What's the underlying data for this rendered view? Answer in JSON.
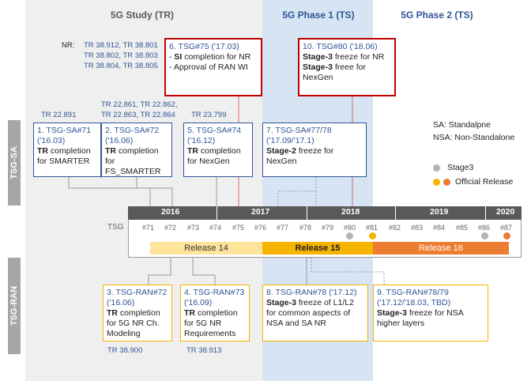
{
  "phases": {
    "study": "5G Study (TR)",
    "phase1": "5G Phase 1 (TS)",
    "phase2": "5G Phase 2 (TS)"
  },
  "side_labels": {
    "sa": "TSG-SA",
    "ran": "TSG-RAN"
  },
  "nr_refs": {
    "label": "NR:",
    "line1": "TR 38.912, TR 38.801",
    "line2": "TR 38.802, TR 38.803",
    "line3": "TR 38.804, TR 38.805"
  },
  "sa_refs": {
    "r1": "TR 22.891",
    "r2_line1": "TR 22.861, TR 22.862,",
    "r2_line2": "TR 22.863, TR 22.864",
    "r5": "TR 23.799"
  },
  "ran_refs": {
    "r3": "TR 38.900",
    "r4": "TR 38.913"
  },
  "boxes": {
    "b1": {
      "head": "1. TSG-SA#71 ('16.03)",
      "bold": "TR",
      "rest": " completion for SMARTER"
    },
    "b2": {
      "head": "2. TSG-SA#72 ('16.06)",
      "bold": "TR",
      "rest": " completion for FS_SMARTER"
    },
    "b5": {
      "head": "5. TSG-SA#74 ('16.12)",
      "bold": "TR",
      "rest": " completion for NexGen"
    },
    "b6": {
      "head": "6. TSG#75 ('17.03)",
      "line1_pre": "- ",
      "line1_bold": "SI",
      "line1_rest": " completion for NR",
      "line2": "- Approval of RAN WI"
    },
    "b7": {
      "head": "7. TSG-SA#77/78 ('17.09/'17.1)",
      "bold": "Stage-2",
      "rest": " freeze for NexGen"
    },
    "b10": {
      "head": "10. TSG#80 ('18.06)",
      "line1_bold": "Stage-3",
      "line1_rest": " freeze for NR",
      "line2_bold": "Stage-3",
      "line2_rest": " freee for NexGen"
    },
    "b3": {
      "head": "3. TSG-RAN#72 ('16.06)",
      "bold": "TR",
      "rest": " completion for 5G NR Ch. Modeling"
    },
    "b4": {
      "head": "4. TSG-RAN#73 ('16.09)",
      "bold": "TR",
      "rest": " completion for 5G NR Requirements"
    },
    "b8": {
      "head": "8. TSG-RAN#78 ('17.12)",
      "bold": "Stage-3",
      "rest": " freeze of L1/L2 for common aspects of NSA and SA NR"
    },
    "b9": {
      "head": "9. TSG-RAN#78/79 ('17.12/'18.03, TBD)",
      "bold": "Stage-3",
      "rest": " freeze for NSA higher layers"
    }
  },
  "abbreviations": {
    "sa": "SA: Standalpne",
    "nsa": "NSA: Non-Standalone"
  },
  "legend": {
    "stage3": "Stage3",
    "official": "Official Release",
    "stage3_color": "#b4b4b4",
    "official_color_1": "#f4b400",
    "official_color_2": "#ed7d31"
  },
  "timeline": {
    "tsg_label": "TSG",
    "years": [
      "2016",
      "2017",
      "2018",
      "2019",
      "2020"
    ],
    "meetings": [
      "#71",
      "#72",
      "#73",
      "#74",
      "#75",
      "#76",
      "#77",
      "#78",
      "#79",
      "#80",
      "#81",
      "#82",
      "#83",
      "#84",
      "#85",
      "#86",
      "#87"
    ]
  },
  "releases": {
    "r14": "Release 14",
    "r15": "Release 15",
    "r16": "Release 16",
    "r14_color": "#fde49a",
    "r15_color": "#f4b400",
    "r16_color": "#ed7d31"
  }
}
